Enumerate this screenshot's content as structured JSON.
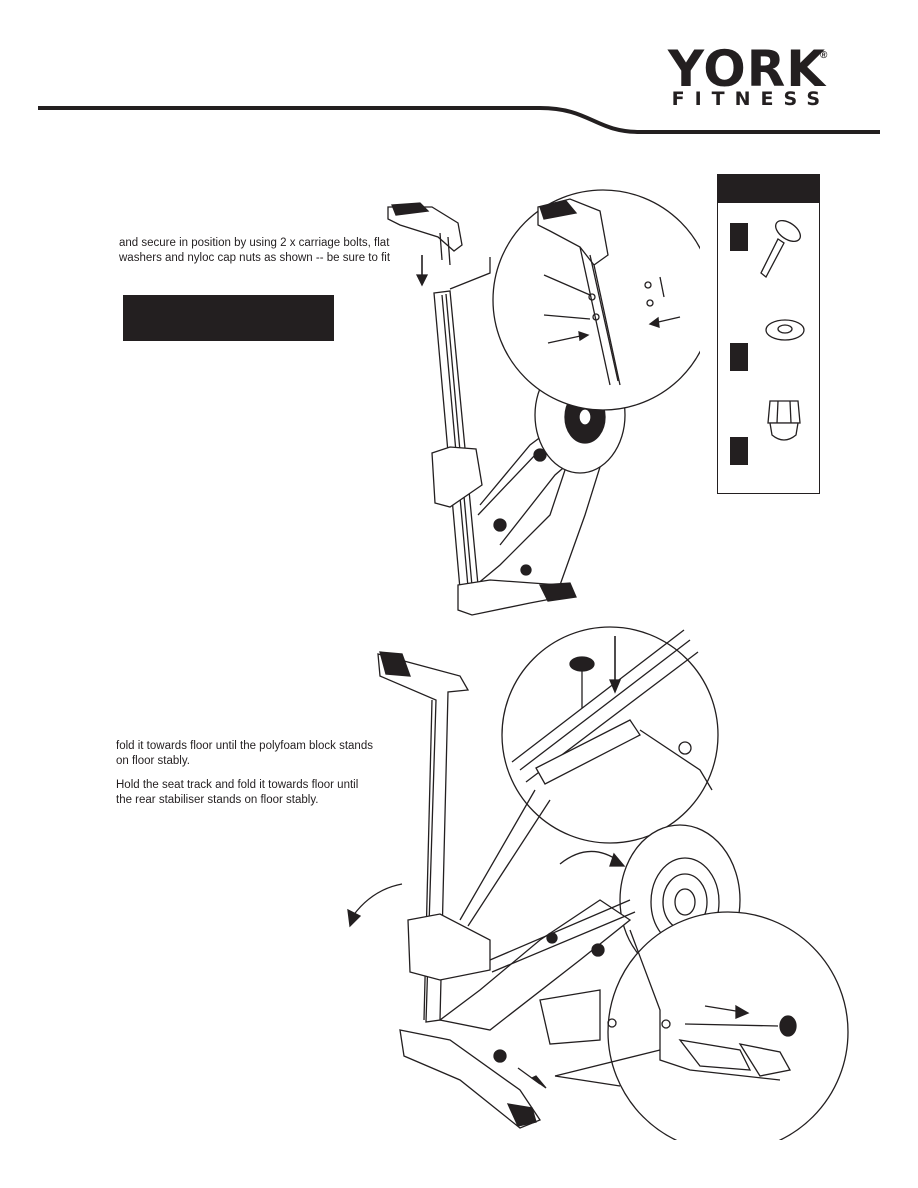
{
  "header": {
    "brand_name": "YORK",
    "brand_mark": "®",
    "brand_tagline": "FITNESS"
  },
  "step1": {
    "instruction": "and secure in position by using 2 x carriage bolts, flat washers and nyloc cap nuts as shown -- be sure to fit"
  },
  "step2": {
    "instruction_a": "fold it towards floor until the polyfoam block stands on floor stably.",
    "instruction_b": "Hold the seat track and fold it  towards floor until the rear stabiliser stands on floor stably."
  },
  "hardware": {
    "items": [
      {
        "icon": "carriage-bolt-icon"
      },
      {
        "icon": "flat-washer-icon"
      },
      {
        "icon": "nyloc-cap-nut-icon"
      }
    ]
  },
  "colors": {
    "ink": "#231f20",
    "paper": "#ffffff"
  }
}
